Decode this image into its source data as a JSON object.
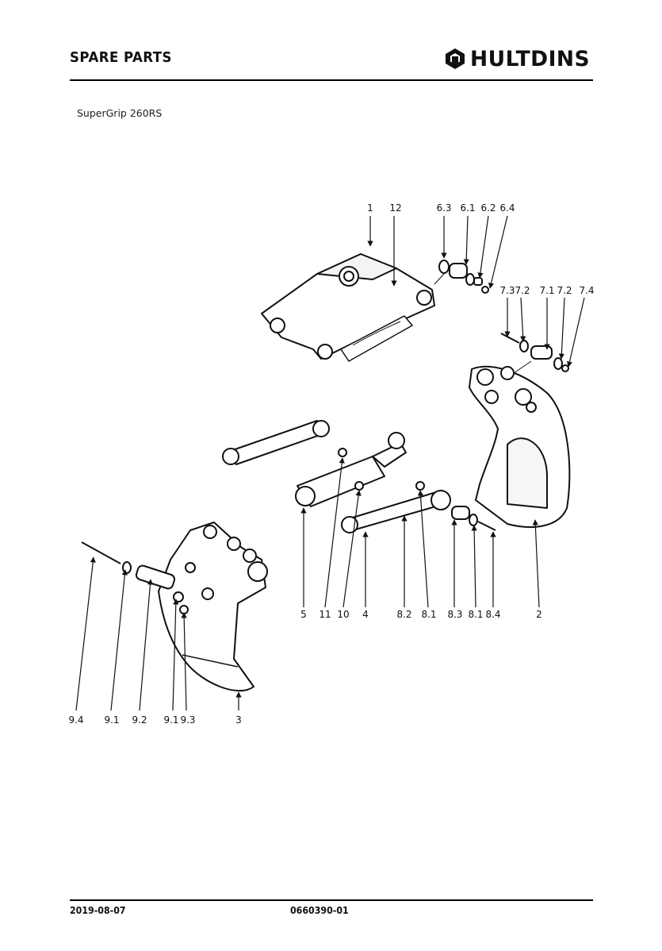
{
  "header": {
    "title": "SPARE PARTS",
    "brand": "HULTDINS",
    "brand_icon": "hultdins-logo-icon"
  },
  "document": {
    "subtitle": "SuperGrip 260RS"
  },
  "diagram": {
    "labels": {
      "p1": "1",
      "p12": "12",
      "p6_3": "6.3",
      "p6_1": "6.1",
      "p6_2": "6.2",
      "p6_4": "6.4",
      "p7_3": "7.3",
      "p7_2a": "7.2",
      "p7_1": "7.1",
      "p7_2b": "7.2",
      "p7_4": "7.4",
      "p5": "5",
      "p11": "11",
      "p10": "10",
      "p4": "4",
      "p8_2": "8.2",
      "p8_1a": "8.1",
      "p8_3": "8.3",
      "p8_1b": "8.1",
      "p8_4": "8.4",
      "p2": "2",
      "p9_4": "9.4",
      "p9_1a": "9.1",
      "p9_2": "9.2",
      "p9_1b": "9.1",
      "p9_3": "9.3",
      "p3": "3"
    }
  },
  "footer": {
    "date": "2019-08-07",
    "doc_number": "0660390-01"
  }
}
